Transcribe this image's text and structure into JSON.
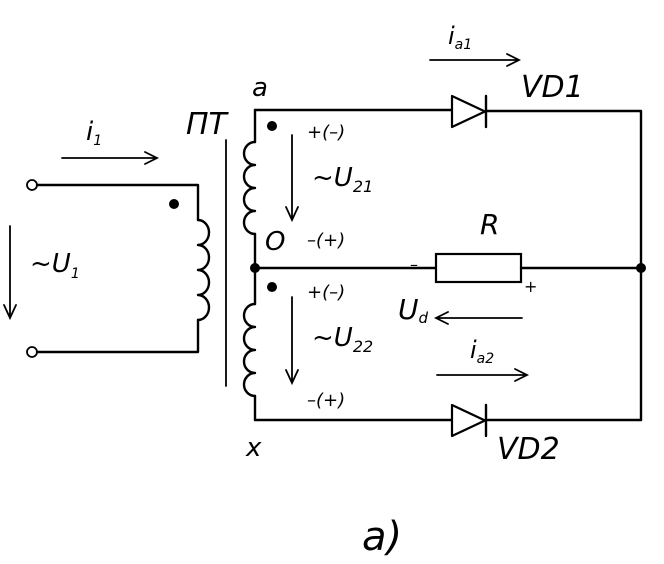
{
  "labels": {
    "current_primary": "i",
    "current_primary_sub": "1",
    "voltage_primary": "~U",
    "voltage_primary_sub": "1",
    "transformer": "ПТ",
    "terminal_a": "a",
    "terminal_o": "O",
    "terminal_x": "x",
    "voltage_21": "~U",
    "voltage_21_sub": "21",
    "voltage_22": "~U",
    "voltage_22_sub": "22",
    "polarity_top_upper": "+(–)",
    "polarity_top_lower": "–(+)",
    "polarity_bottom_upper": "+(–)",
    "polarity_bottom_lower": "–(+)",
    "current_a1": "i",
    "current_a1_sub": "a1",
    "current_a2": "i",
    "current_a2_sub": "a2",
    "diode_1": "VD1",
    "diode_2": "VD2",
    "resistor": "R",
    "load_voltage": "U",
    "load_voltage_sub": "d",
    "load_minus": "–",
    "load_plus": "+",
    "caption": "a)"
  }
}
